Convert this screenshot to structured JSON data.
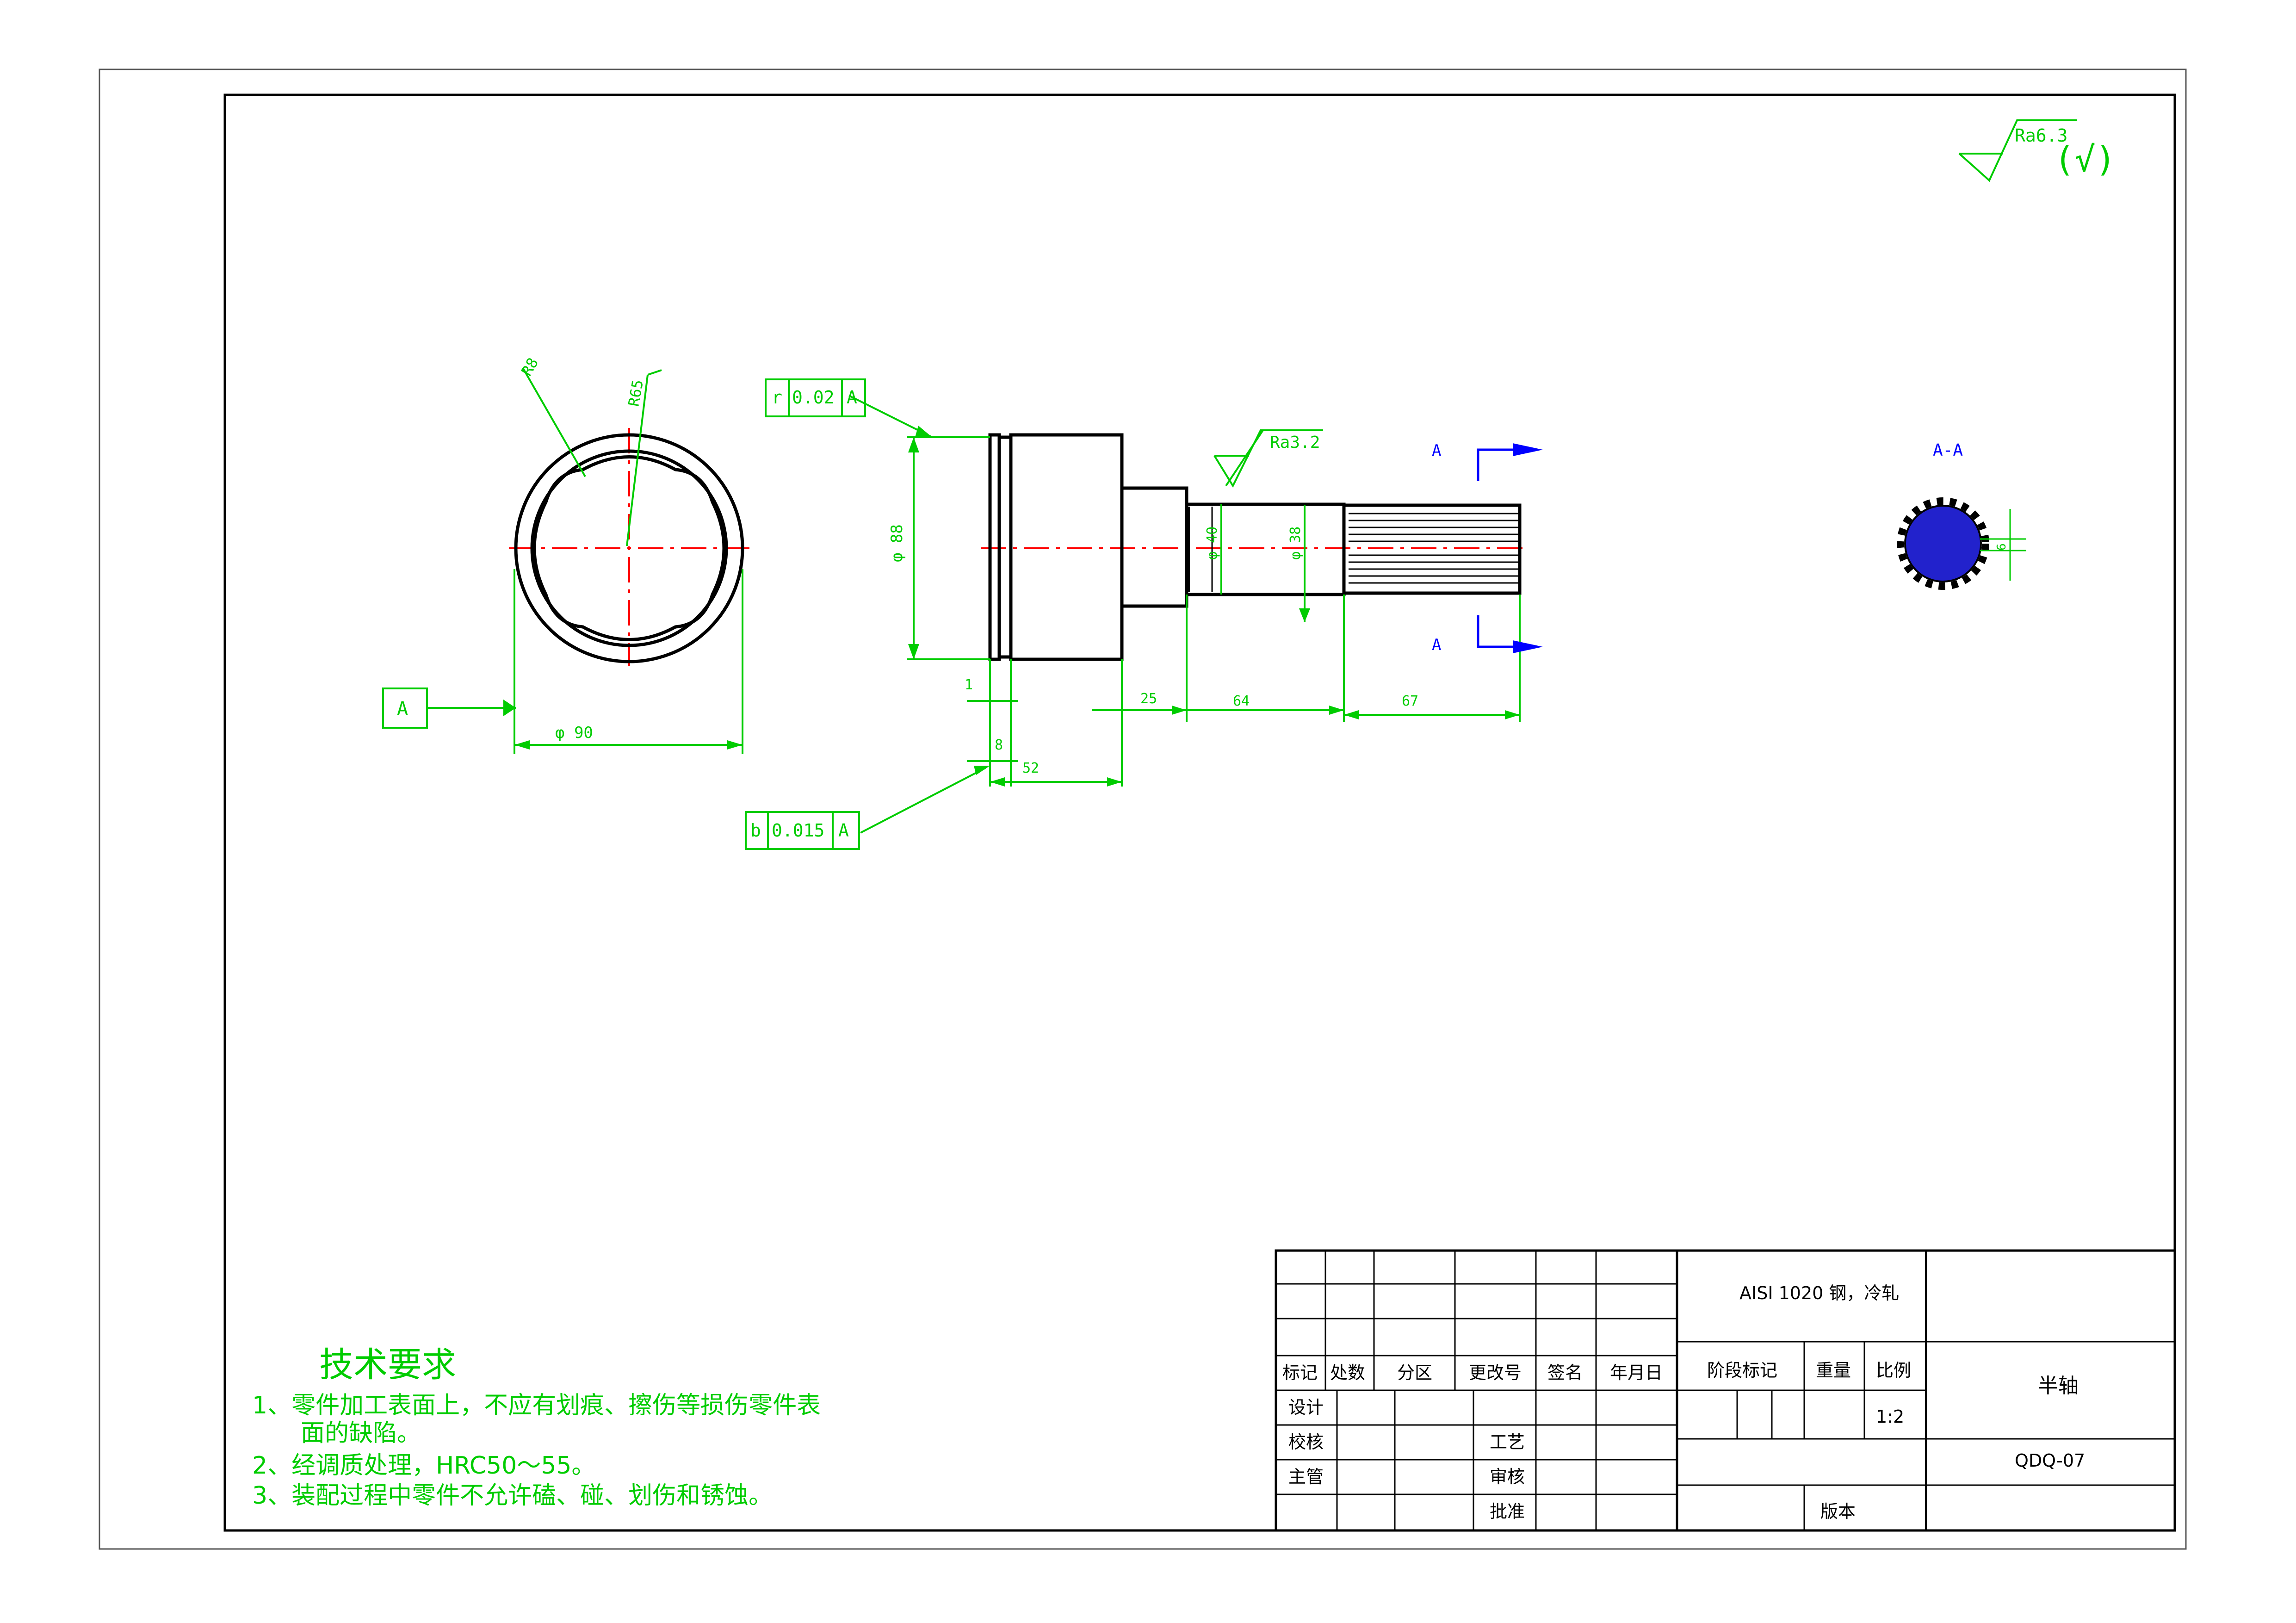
{
  "colors": {
    "outline": "#000000",
    "dimension": "#00cc00",
    "centerline": "#ff0000",
    "section_label": "#0000ff",
    "section_fill": "#2222cc"
  },
  "surface_finish": {
    "general": "Ra6.3",
    "general_note": "(√)",
    "shaft_local": "Ra3.2"
  },
  "end_view": {
    "dim_r0": "R8",
    "dim_r1": "R65",
    "diameter": "φ 90",
    "datum_label": "A"
  },
  "front_view": {
    "tolerance_top": {
      "symbol": "r",
      "value": "0.02",
      "datum": "A"
    },
    "tolerance_bottom": {
      "symbol": "b",
      "value": "0.015",
      "datum": "A"
    },
    "dia_large": "φ 88",
    "dia_mid": "φ 40",
    "dia_small": "φ 38",
    "dims": [
      "1",
      "8",
      "52",
      "25",
      "64",
      "67"
    ]
  },
  "section": {
    "label_top": "A",
    "label_bottom": "A",
    "view_title": "A-A",
    "spline_dim": "6"
  },
  "tech_notes": {
    "title": "技术要求",
    "lines": [
      "1、零件加工表面上，不应有划痕、擦伤等损伤零件表",
      "面的缺陷。",
      "2、经调质处理，HRC50～55。",
      "3、装配过程中零件不允许磕、碰、划伤和锈蚀。"
    ]
  },
  "title_block": {
    "material": "AISI 1020 钢，冷轧",
    "part_name": "半轴",
    "drawing_no": "QDQ-07",
    "scale": "1:2",
    "header": [
      "标记",
      "处数",
      "分区",
      "更改号",
      "签名",
      "年月日"
    ],
    "stage_mark": "阶段标记",
    "weight": "重量",
    "ratio": "比例",
    "design": "设计",
    "check": "校核",
    "supervisor": "主管",
    "process": "工艺",
    "review": "审核",
    "approve": "批准",
    "version": "版本"
  }
}
